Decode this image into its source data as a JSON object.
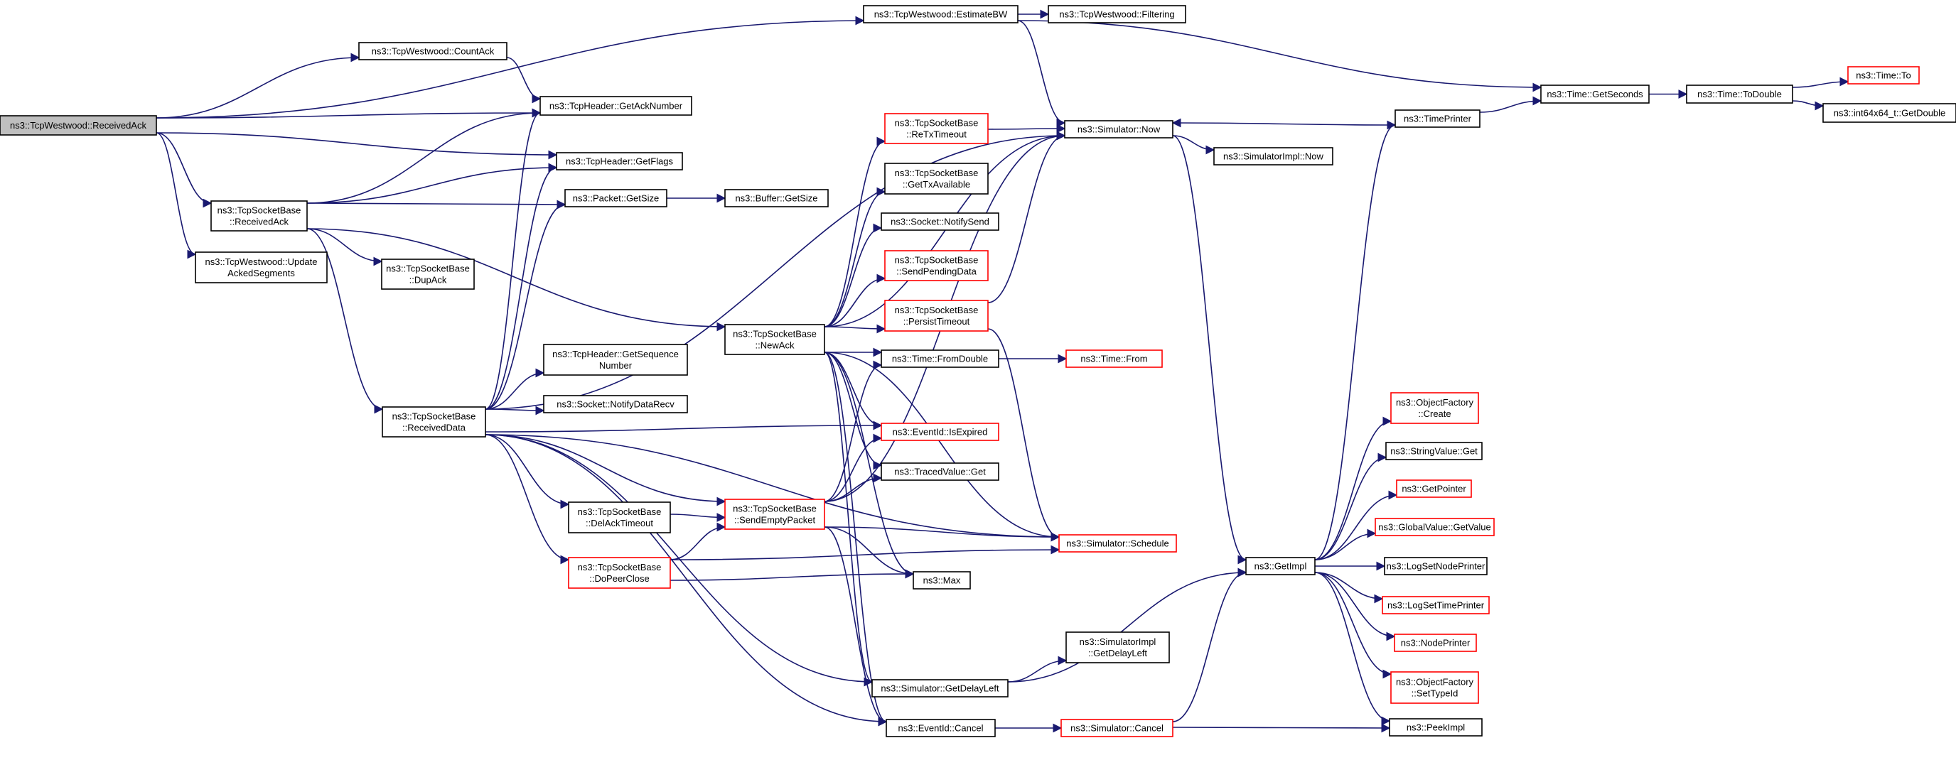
{
  "diagram": {
    "colors": {
      "edge": "#191970",
      "normal_border": "#000000",
      "truncated_border": "#ff0000",
      "root_fill": "#bfbfbf"
    },
    "nodes": [
      {
        "id": "root",
        "lines": [
          "ns3::TcpWestwood::ReceivedAck"
        ],
        "style": "root"
      },
      {
        "id": "estimateBW",
        "lines": [
          "ns3::TcpWestwood::EstimateBW"
        ],
        "style": "black"
      },
      {
        "id": "filtering",
        "lines": [
          "ns3::TcpWestwood::Filtering"
        ],
        "style": "black"
      },
      {
        "id": "countAck",
        "lines": [
          "ns3::TcpWestwood::CountAck"
        ],
        "style": "black"
      },
      {
        "id": "getAckNumber",
        "lines": [
          "ns3::TcpHeader::GetAckNumber"
        ],
        "style": "black"
      },
      {
        "id": "getFlags",
        "lines": [
          "ns3::TcpHeader::GetFlags"
        ],
        "style": "black"
      },
      {
        "id": "tsbReceivedAck",
        "lines": [
          "ns3::TcpSocketBase",
          "::ReceivedAck"
        ],
        "style": "black"
      },
      {
        "id": "updateAcked",
        "lines": [
          "ns3::TcpWestwood::Update",
          "AckedSegments"
        ],
        "style": "black"
      },
      {
        "id": "getSize",
        "lines": [
          "ns3::Packet::GetSize"
        ],
        "style": "black"
      },
      {
        "id": "bufferGetSize",
        "lines": [
          "ns3::Buffer::GetSize"
        ],
        "style": "black"
      },
      {
        "id": "dupAck",
        "lines": [
          "ns3::TcpSocketBase",
          "::DupAck"
        ],
        "style": "black"
      },
      {
        "id": "newAck",
        "lines": [
          "ns3::TcpSocketBase",
          "::NewAck"
        ],
        "style": "black"
      },
      {
        "id": "receivedData",
        "lines": [
          "ns3::TcpSocketBase",
          "::ReceivedData"
        ],
        "style": "black"
      },
      {
        "id": "getSeqNumber",
        "lines": [
          "ns3::TcpHeader::GetSequence",
          "Number"
        ],
        "style": "black"
      },
      {
        "id": "notifyDataRecv",
        "lines": [
          "ns3::Socket::NotifyDataRecv"
        ],
        "style": "black"
      },
      {
        "id": "reTxTimeout",
        "lines": [
          "ns3::TcpSocketBase",
          "::ReTxTimeout"
        ],
        "style": "red"
      },
      {
        "id": "getTxAvailable",
        "lines": [
          "ns3::TcpSocketBase",
          "::GetTxAvailable"
        ],
        "style": "black"
      },
      {
        "id": "notifySend",
        "lines": [
          "ns3::Socket::NotifySend"
        ],
        "style": "black"
      },
      {
        "id": "sendPendingData",
        "lines": [
          "ns3::TcpSocketBase",
          "::SendPendingData"
        ],
        "style": "red"
      },
      {
        "id": "persistTimeout",
        "lines": [
          "ns3::TcpSocketBase",
          "::PersistTimeout"
        ],
        "style": "red"
      },
      {
        "id": "fromDouble",
        "lines": [
          "ns3::Time::FromDouble"
        ],
        "style": "black"
      },
      {
        "id": "timeFrom",
        "lines": [
          "ns3::Time::From"
        ],
        "style": "red"
      },
      {
        "id": "isExpired",
        "lines": [
          "ns3::EventId::IsExpired"
        ],
        "style": "red"
      },
      {
        "id": "tracedGet",
        "lines": [
          "ns3::TracedValue::Get"
        ],
        "style": "black"
      },
      {
        "id": "delAckTimeout",
        "lines": [
          "ns3::TcpSocketBase",
          "::DelAckTimeout"
        ],
        "style": "black"
      },
      {
        "id": "sendEmptyPacket",
        "lines": [
          "ns3::TcpSocketBase",
          "::SendEmptyPacket"
        ],
        "style": "red"
      },
      {
        "id": "doPeerClose",
        "lines": [
          "ns3::TcpSocketBase",
          "::DoPeerClose"
        ],
        "style": "red"
      },
      {
        "id": "max",
        "lines": [
          "ns3::Max"
        ],
        "style": "black"
      },
      {
        "id": "schedule",
        "lines": [
          "ns3::Simulator::Schedule"
        ],
        "style": "red"
      },
      {
        "id": "simNow",
        "lines": [
          "ns3::Simulator::Now"
        ],
        "style": "black"
      },
      {
        "id": "simImplNow",
        "lines": [
          "ns3::SimulatorImpl::Now"
        ],
        "style": "black"
      },
      {
        "id": "timePrinter",
        "lines": [
          "ns3::TimePrinter"
        ],
        "style": "black"
      },
      {
        "id": "getSeconds",
        "lines": [
          "ns3::Time::GetSeconds"
        ],
        "style": "black"
      },
      {
        "id": "toDouble",
        "lines": [
          "ns3::Time::ToDouble"
        ],
        "style": "black"
      },
      {
        "id": "timeTo",
        "lines": [
          "ns3::Time::To"
        ],
        "style": "red"
      },
      {
        "id": "int64GetDouble",
        "lines": [
          "ns3::int64x64_t::GetDouble"
        ],
        "style": "black"
      },
      {
        "id": "getImpl",
        "lines": [
          "ns3::GetImpl"
        ],
        "style": "black"
      },
      {
        "id": "objFactoryCreate",
        "lines": [
          "ns3::ObjectFactory",
          "::Create"
        ],
        "style": "red"
      },
      {
        "id": "stringValueGet",
        "lines": [
          "ns3::StringValue::Get"
        ],
        "style": "black"
      },
      {
        "id": "getPointer",
        "lines": [
          "ns3::GetPointer"
        ],
        "style": "red"
      },
      {
        "id": "globalGetValue",
        "lines": [
          "ns3::GlobalValue::GetValue"
        ],
        "style": "red"
      },
      {
        "id": "logNodePrinter",
        "lines": [
          "ns3::LogSetNodePrinter"
        ],
        "style": "black"
      },
      {
        "id": "logTimePrinter",
        "lines": [
          "ns3::LogSetTimePrinter"
        ],
        "style": "red"
      },
      {
        "id": "nodePrinter",
        "lines": [
          "ns3::NodePrinter"
        ],
        "style": "red"
      },
      {
        "id": "objFactorySetType",
        "lines": [
          "ns3::ObjectFactory",
          "::SetTypeId"
        ],
        "style": "red"
      },
      {
        "id": "peekImpl",
        "lines": [
          "ns3::PeekImpl"
        ],
        "style": "black"
      },
      {
        "id": "simImplDelayLeft",
        "lines": [
          "ns3::SimulatorImpl",
          "::GetDelayLeft"
        ],
        "style": "black"
      },
      {
        "id": "simGetDelayLeft",
        "lines": [
          "ns3::Simulator::GetDelayLeft"
        ],
        "style": "black"
      },
      {
        "id": "eventCancel",
        "lines": [
          "ns3::EventId::Cancel"
        ],
        "style": "black"
      },
      {
        "id": "simCancel",
        "lines": [
          "ns3::Simulator::Cancel"
        ],
        "style": "red"
      }
    ],
    "edges": [
      [
        "root",
        "estimateBW"
      ],
      [
        "root",
        "countAck"
      ],
      [
        "root",
        "getAckNumber"
      ],
      [
        "root",
        "getFlags"
      ],
      [
        "root",
        "tsbReceivedAck"
      ],
      [
        "root",
        "updateAcked"
      ],
      [
        "estimateBW",
        "filtering"
      ],
      [
        "estimateBW",
        "simNow"
      ],
      [
        "estimateBW",
        "getSeconds"
      ],
      [
        "countAck",
        "getAckNumber"
      ],
      [
        "tsbReceivedAck",
        "getAckNumber"
      ],
      [
        "tsbReceivedAck",
        "getFlags"
      ],
      [
        "tsbReceivedAck",
        "getSize"
      ],
      [
        "tsbReceivedAck",
        "dupAck"
      ],
      [
        "tsbReceivedAck",
        "newAck"
      ],
      [
        "tsbReceivedAck",
        "receivedData"
      ],
      [
        "getSize",
        "bufferGetSize"
      ],
      [
        "receivedData",
        "getAckNumber"
      ],
      [
        "receivedData",
        "getFlags"
      ],
      [
        "receivedData",
        "getSize"
      ],
      [
        "receivedData",
        "simNow"
      ],
      [
        "receivedData",
        "getSeqNumber"
      ],
      [
        "receivedData",
        "notifyDataRecv"
      ],
      [
        "receivedData",
        "isExpired"
      ],
      [
        "receivedData",
        "sendEmptyPacket"
      ],
      [
        "receivedData",
        "delAckTimeout"
      ],
      [
        "receivedData",
        "doPeerClose"
      ],
      [
        "receivedData",
        "schedule"
      ],
      [
        "receivedData",
        "simGetDelayLeft"
      ],
      [
        "receivedData",
        "eventCancel"
      ],
      [
        "newAck",
        "simNow"
      ],
      [
        "newAck",
        "reTxTimeout"
      ],
      [
        "newAck",
        "getTxAvailable"
      ],
      [
        "newAck",
        "notifySend"
      ],
      [
        "newAck",
        "sendPendingData"
      ],
      [
        "newAck",
        "persistTimeout"
      ],
      [
        "newAck",
        "fromDouble"
      ],
      [
        "newAck",
        "isExpired"
      ],
      [
        "newAck",
        "tracedGet"
      ],
      [
        "newAck",
        "max"
      ],
      [
        "newAck",
        "schedule"
      ],
      [
        "newAck",
        "simGetDelayLeft"
      ],
      [
        "newAck",
        "eventCancel"
      ],
      [
        "reTxTimeout",
        "simNow"
      ],
      [
        "persistTimeout",
        "simNow"
      ],
      [
        "persistTimeout",
        "schedule"
      ],
      [
        "fromDouble",
        "timeFrom"
      ],
      [
        "delAckTimeout",
        "sendEmptyPacket"
      ],
      [
        "sendEmptyPacket",
        "fromDouble"
      ],
      [
        "sendEmptyPacket",
        "isExpired"
      ],
      [
        "sendEmptyPacket",
        "tracedGet"
      ],
      [
        "sendEmptyPacket",
        "simNow"
      ],
      [
        "sendEmptyPacket",
        "schedule"
      ],
      [
        "sendEmptyPacket",
        "max"
      ],
      [
        "sendEmptyPacket",
        "eventCancel"
      ],
      [
        "doPeerClose",
        "sendEmptyPacket"
      ],
      [
        "doPeerClose",
        "max"
      ],
      [
        "doPeerClose",
        "schedule"
      ],
      [
        "simNow",
        "simImplNow"
      ],
      [
        "simNow",
        "getImpl"
      ],
      [
        "timePrinter",
        "simNow"
      ],
      [
        "timePrinter",
        "getSeconds"
      ],
      [
        "getSeconds",
        "toDouble"
      ],
      [
        "toDouble",
        "timeTo"
      ],
      [
        "toDouble",
        "int64GetDouble"
      ],
      [
        "getImpl",
        "timePrinter"
      ],
      [
        "getImpl",
        "objFactoryCreate"
      ],
      [
        "getImpl",
        "stringValueGet"
      ],
      [
        "getImpl",
        "getPointer"
      ],
      [
        "getImpl",
        "globalGetValue"
      ],
      [
        "getImpl",
        "logNodePrinter"
      ],
      [
        "getImpl",
        "logTimePrinter"
      ],
      [
        "getImpl",
        "nodePrinter"
      ],
      [
        "getImpl",
        "objFactorySetType"
      ],
      [
        "getImpl",
        "peekImpl"
      ],
      [
        "simGetDelayLeft",
        "simImplDelayLeft"
      ],
      [
        "simGetDelayLeft",
        "getImpl"
      ],
      [
        "eventCancel",
        "simCancel"
      ],
      [
        "simCancel",
        "getImpl"
      ],
      [
        "simCancel",
        "peekImpl"
      ]
    ]
  }
}
